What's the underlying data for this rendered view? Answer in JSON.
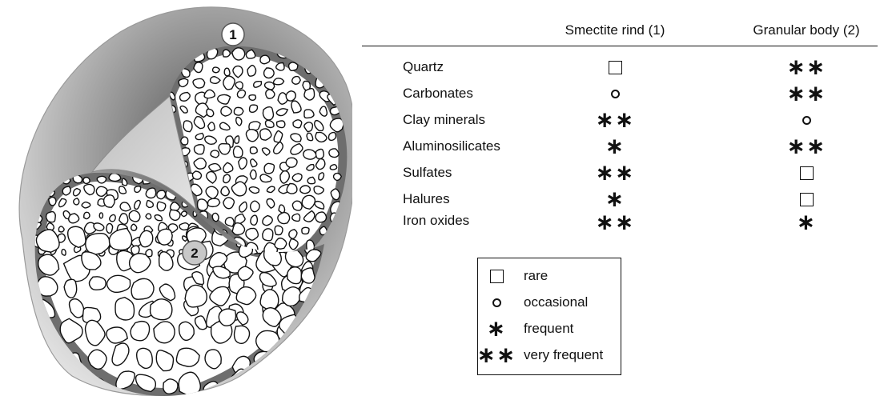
{
  "diagram": {
    "callout_rind": "1",
    "callout_body": "2",
    "colors": {
      "rind": "#6e6e6e",
      "grain_stroke": "#111111",
      "fill": "#ffffff"
    }
  },
  "table": {
    "columns": [
      "Smectite rind (1)",
      "Granular body (2)"
    ],
    "rows": [
      {
        "label": "Quartz",
        "rind": "rare",
        "body": "very-frequent"
      },
      {
        "label": "Carbonates",
        "rind": "occasional",
        "body": "very-frequent"
      },
      {
        "label": "Clay minerals",
        "rind": "very-frequent",
        "body": "occasional"
      },
      {
        "label": "Aluminosilicates",
        "rind": "frequent",
        "body": "very-frequent"
      },
      {
        "label": "Sulfates",
        "rind": "very-frequent",
        "body": "rare"
      },
      {
        "label": "Halures",
        "rind": "frequent",
        "body": "rare"
      },
      {
        "label": "Iron oxides",
        "rind": "very-frequent",
        "body": "frequent"
      }
    ]
  },
  "legend": [
    {
      "key": "rare",
      "label": "rare"
    },
    {
      "key": "occasional",
      "label": "occasional"
    },
    {
      "key": "frequent",
      "label": "frequent"
    },
    {
      "key": "very-frequent",
      "label": "very frequent"
    }
  ]
}
